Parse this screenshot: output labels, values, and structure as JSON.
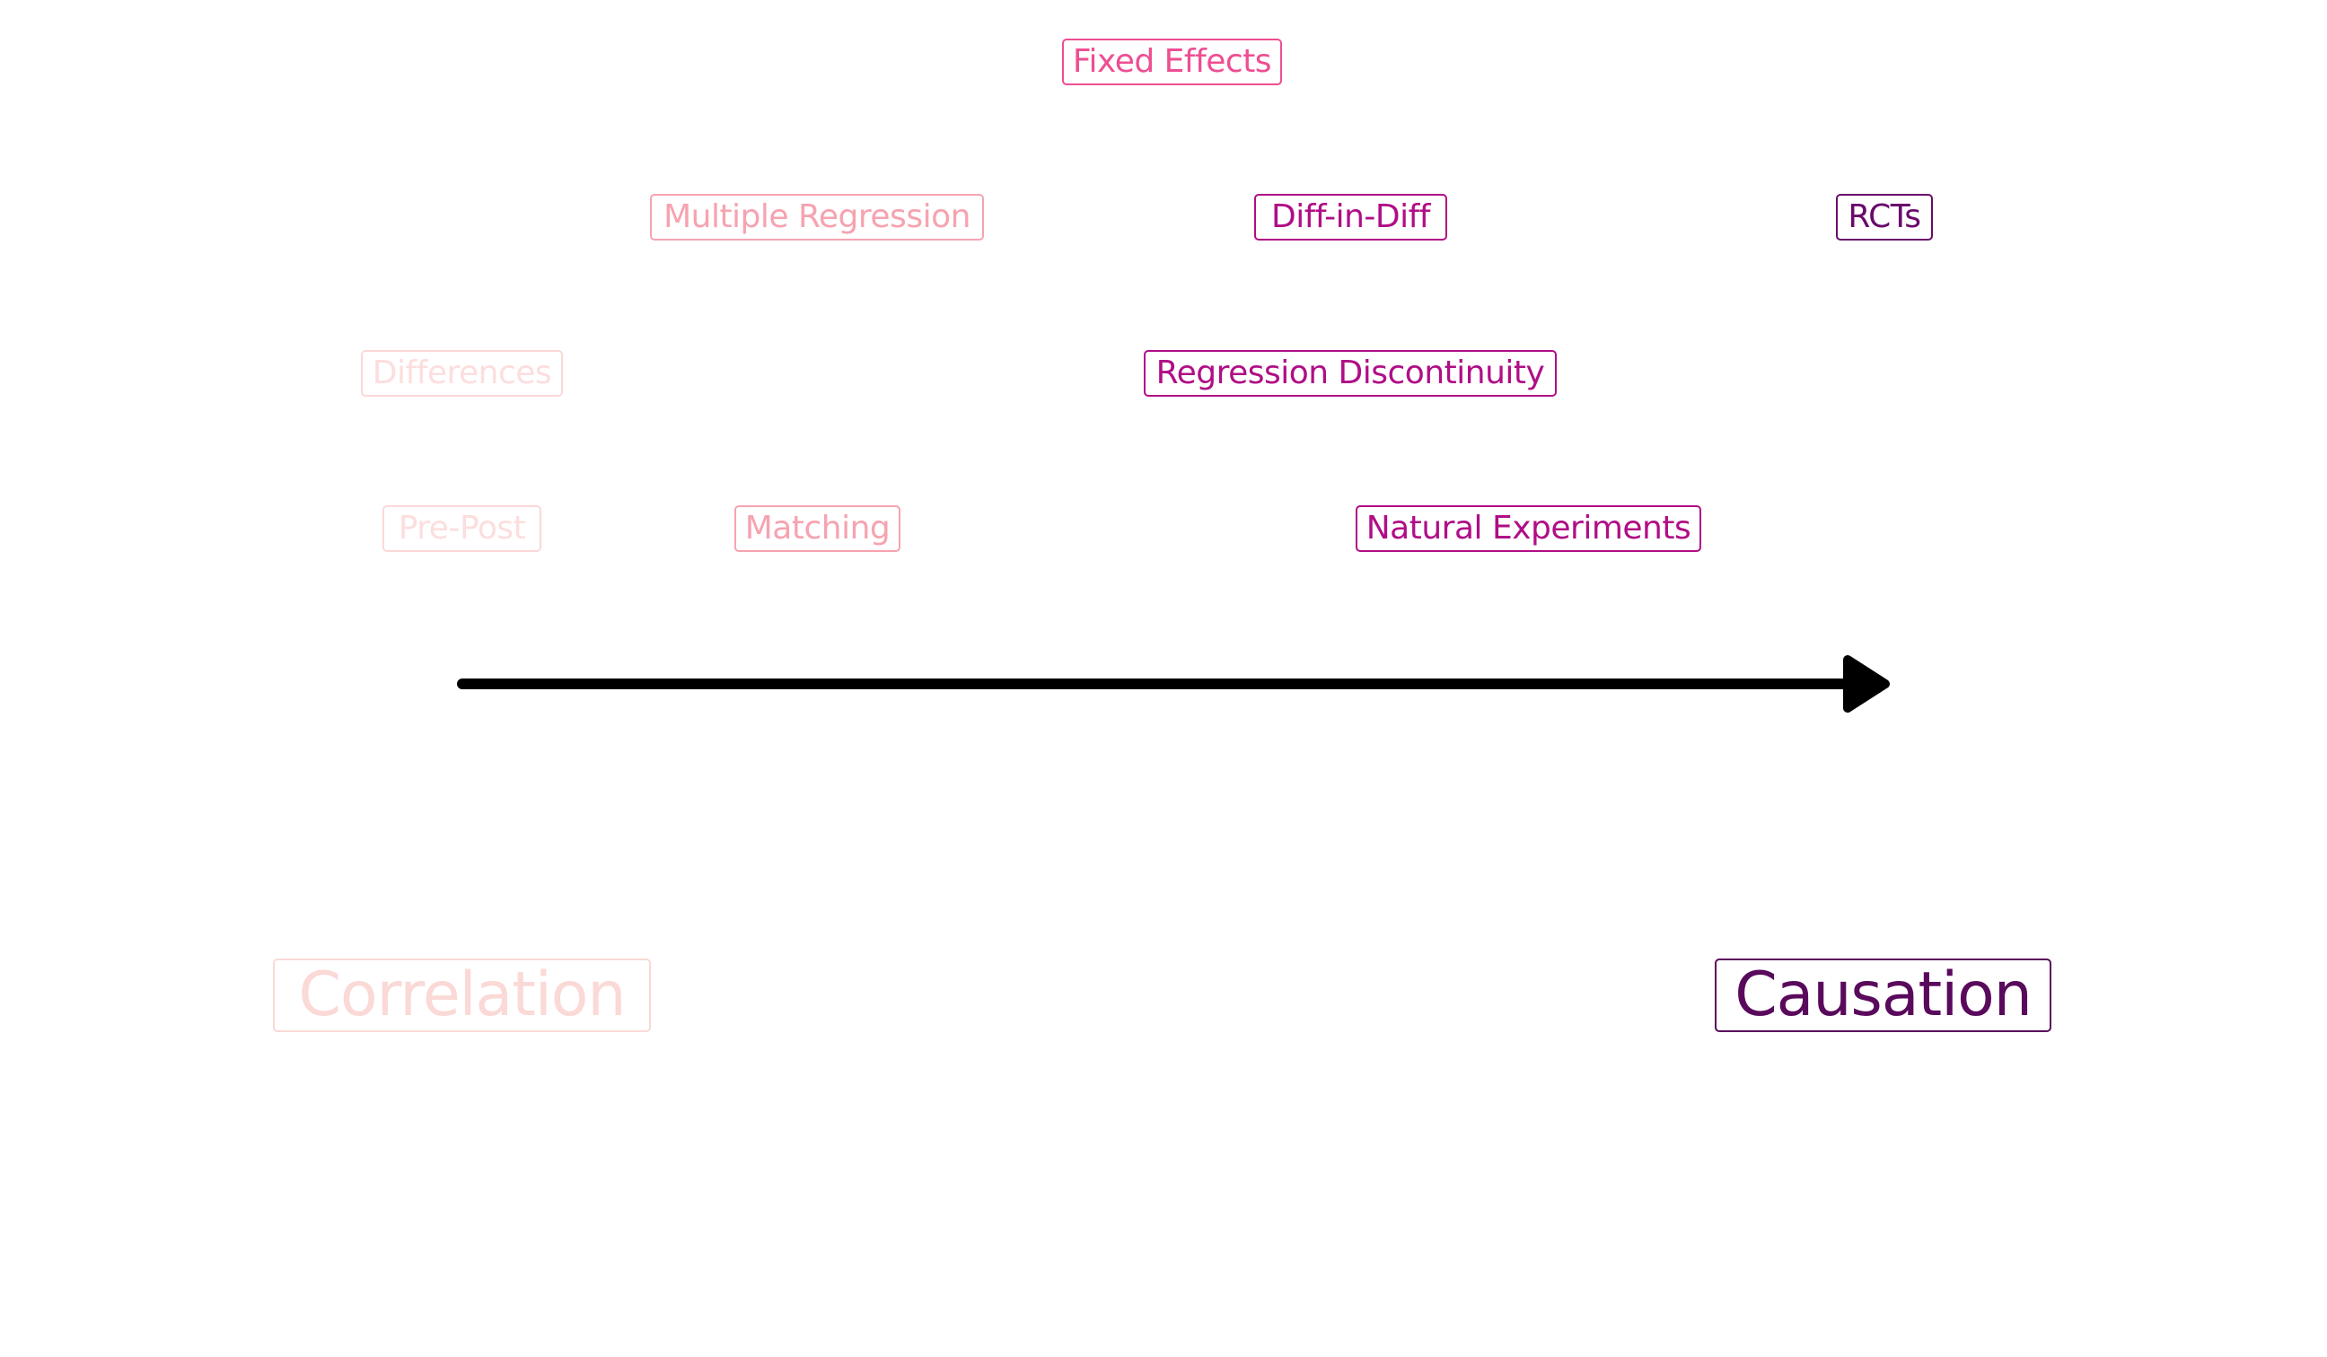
{
  "methods": {
    "fixed_effects": "Fixed Effects",
    "multiple_regression": "Multiple Regression",
    "diff_in_diff": "Diff-in-Diff",
    "rcts": "RCTs",
    "differences": "Differences",
    "regression_discontinuity": "Regression Discontinuity",
    "pre_post": "Pre-Post",
    "matching": "Matching",
    "natural_experiments": "Natural Experiments"
  },
  "axis": {
    "left_label": "Correlation",
    "right_label": "Causation"
  },
  "colors": {
    "lightest": "#fcdede",
    "light": "#fbcdcd",
    "pink": "#f6a3b0",
    "hot_pink": "#ee4e92",
    "magenta": "#b00e86",
    "purple": "#6a0a6c",
    "dark_purple": "#5a0a5c",
    "arrow": "#000000"
  }
}
